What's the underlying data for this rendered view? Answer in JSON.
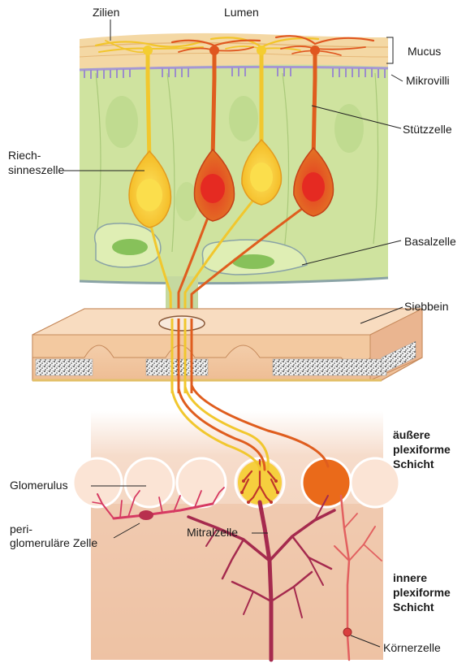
{
  "labels": {
    "zilien": "Zilien",
    "lumen": "Lumen",
    "mucus": "Mucus",
    "mikrovilli": "Mikrovilli",
    "stuetzzelle": "Stützzelle",
    "riech_1": "Riech-",
    "riech_2": "sinneszelle",
    "basalzelle": "Basalzelle",
    "siebbein": "Siebbein",
    "aeussere_1": "äußere",
    "aeussere_2": "plexiforme",
    "aeussere_3": "Schicht",
    "glomerulus": "Glomerulus",
    "peri_1": "peri-",
    "peri_2": "glomeruläre Zelle",
    "mitralzelle": "Mitralzelle",
    "innere_1": "innere",
    "innere_2": "plexiforme",
    "innere_3": "Schicht",
    "koernerzelle": "Körnerzelle"
  },
  "colors": {
    "epithelium": "#c9de9a",
    "epithelium_light": "#dce9b8",
    "mucus": "#f3d9a8",
    "mikrovilli": "#a99bd2",
    "receptor_yellow": "#f7cf2e",
    "receptor_orange": "#e2541c",
    "bone": "#f4cfa8",
    "bulb": "#f1cdb2",
    "mitral": "#a03050",
    "granule": "#e05a58",
    "periglomerular": "#d63a62"
  }
}
